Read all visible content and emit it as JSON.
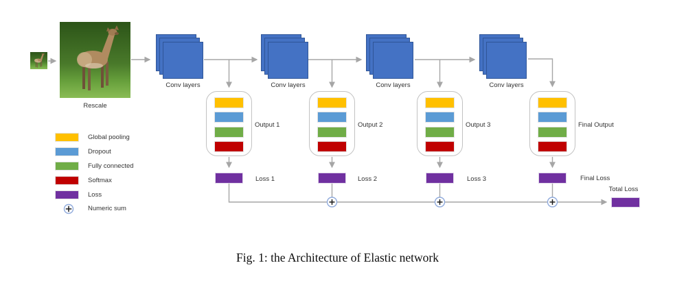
{
  "figure_caption": "Fig. 1: the Architecture of Elastic network",
  "diagram": {
    "rescale_label": "Rescale",
    "conv_blocks": [
      {
        "label": "Conv layers"
      },
      {
        "label": "Conv layers"
      },
      {
        "label": "Conv layers"
      },
      {
        "label": "Conv layers"
      }
    ],
    "output_blocks": [
      {
        "label": "Output 1"
      },
      {
        "label": "Output 2"
      },
      {
        "label": "Output 3"
      },
      {
        "label": "Final Output"
      }
    ],
    "loss_blocks": [
      {
        "label": "Loss 1"
      },
      {
        "label": "Loss 2"
      },
      {
        "label": "Loss 3"
      },
      {
        "label": "Final Loss"
      }
    ],
    "total_loss_label": "Total Loss",
    "legend": {
      "items": [
        {
          "label": "Global pooling",
          "color": "#FFC000"
        },
        {
          "label": "Dropout",
          "color": "#5B9BD5"
        },
        {
          "label": "Fully connected",
          "color": "#70AD47"
        },
        {
          "label": "Softmax",
          "color": "#C00000"
        },
        {
          "label": "Loss",
          "color": "#7030A0"
        },
        {
          "label": "Numeric sum",
          "icon": "circle-plus"
        }
      ]
    },
    "colors": {
      "conv_fill": "#4472C4",
      "conv_border": "#2F5597",
      "connector_gray": "#A6A6A6",
      "sum_circle_border": "#8FAADC"
    }
  }
}
